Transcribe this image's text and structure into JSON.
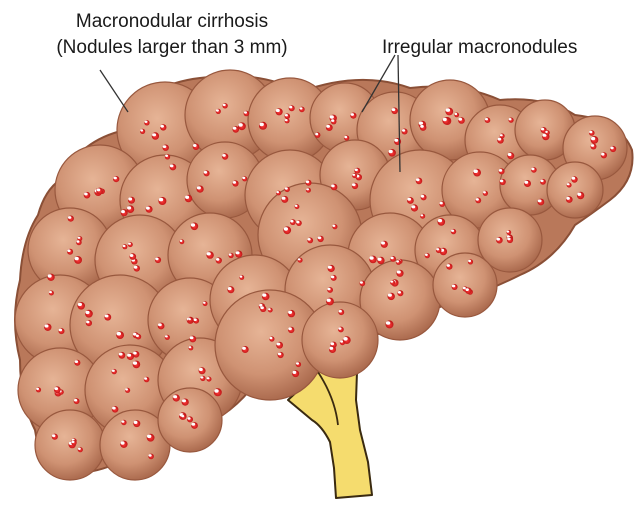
{
  "labels": {
    "cirrhosis_title": "Macronodular cirrhosis",
    "cirrhosis_subtitle": "(Nodules larger than 3 mm)",
    "irregular": "Irregular macronodules"
  },
  "colors": {
    "liver_fill": "#c98b6c",
    "liver_edge": "#8a4f36",
    "nodule_highlight": "#e8b89c",
    "spot_red": "#d21f1f",
    "spot_white": "#ffffff",
    "duct_fill": "#f5dc6e",
    "duct_edge": "#3a2a10"
  }
}
